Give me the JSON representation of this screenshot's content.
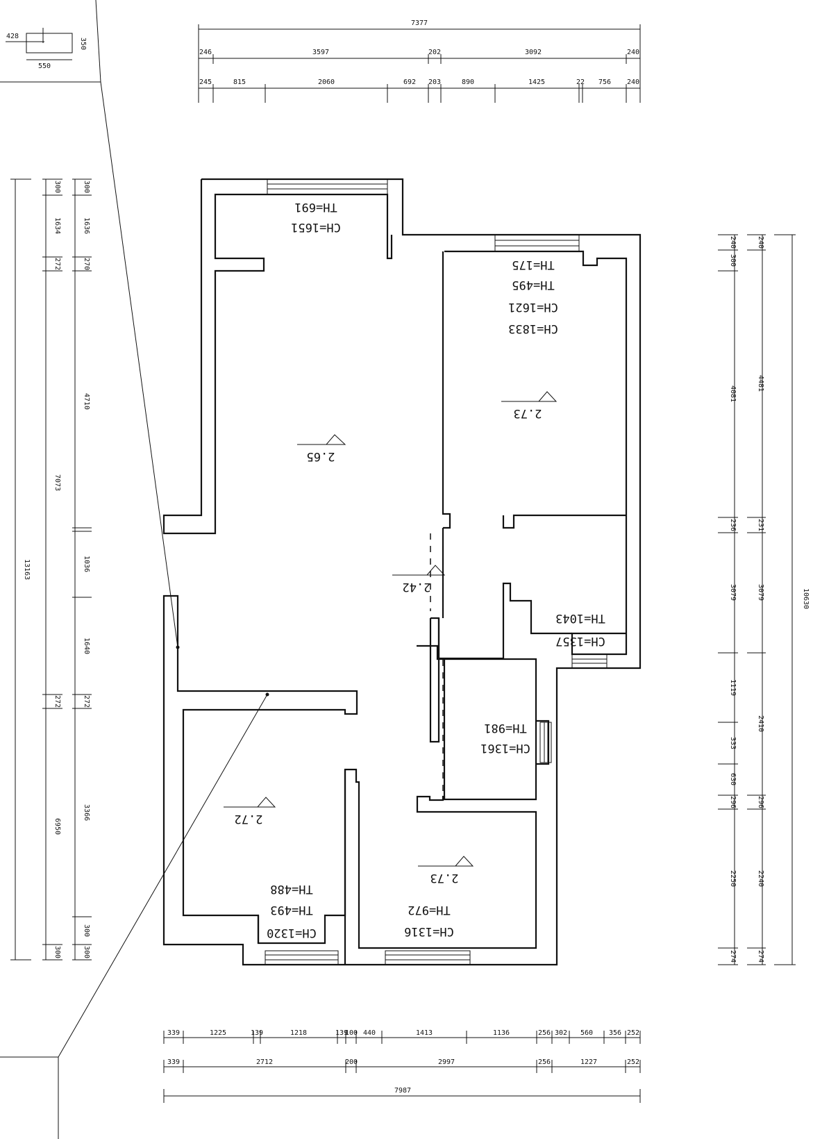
{
  "drawing": {
    "top_dims": {
      "overall": "7377",
      "row2": [
        "246",
        "3597",
        "202",
        "3092",
        "240"
      ],
      "row3": [
        "245",
        "815",
        "2060",
        "692",
        "203",
        "890",
        "1425",
        "22",
        "756",
        "240"
      ]
    },
    "bottom_dims": {
      "row1": [
        "339",
        "1225",
        "139",
        "1218",
        "139",
        "100",
        "440",
        "1413",
        "1136",
        "256",
        "302",
        "560",
        "356",
        "252"
      ],
      "row2": [
        "339",
        "2712",
        "200",
        "2997",
        "256",
        "1227",
        "252"
      ],
      "overall": "7987"
    },
    "left_dims": {
      "outer": "13163",
      "mid": [
        "300",
        "1634",
        "272",
        "7073",
        "272",
        "6950",
        "300"
      ],
      "inner": [
        "300",
        "1636",
        "270",
        "4710",
        "1036",
        "1640",
        "272",
        "3366",
        "300",
        "300"
      ]
    },
    "right_dims": {
      "outer": "10630",
      "mid": [
        "240",
        "300",
        "4081",
        "236",
        "3079",
        "1119",
        "333",
        "630",
        "296",
        "2250",
        "274"
      ],
      "inner": [
        "240",
        "4481",
        "231",
        "3079",
        "2410",
        "296",
        "2240",
        "274"
      ]
    },
    "inset_dims": [
      "428",
      "350",
      "550"
    ],
    "room_labels": {
      "living_ch": "CH=1651",
      "living_th": "TH=691",
      "living_level": "2.65",
      "bed1_th_box": "TH=175",
      "bed1_th": "TH=495",
      "bed1_ch1": "CH=1621",
      "bed1_ch2": "CH=1833",
      "bed1_level": "2.73",
      "corridor_level": "2.42",
      "kitchen_ch": "CH=1357",
      "kitchen_th": "TH=1043",
      "bath_ch": "CH=1361",
      "bath_th": "TH=981",
      "bed2_level": "2.72",
      "bed2_th1": "TH=488",
      "bed2_th2": "TH=493",
      "bed2_ch": "CH=1320",
      "bed3_level": "2.73",
      "bed3_ch": "CH=1316",
      "bed3_th": "TH=972"
    }
  }
}
